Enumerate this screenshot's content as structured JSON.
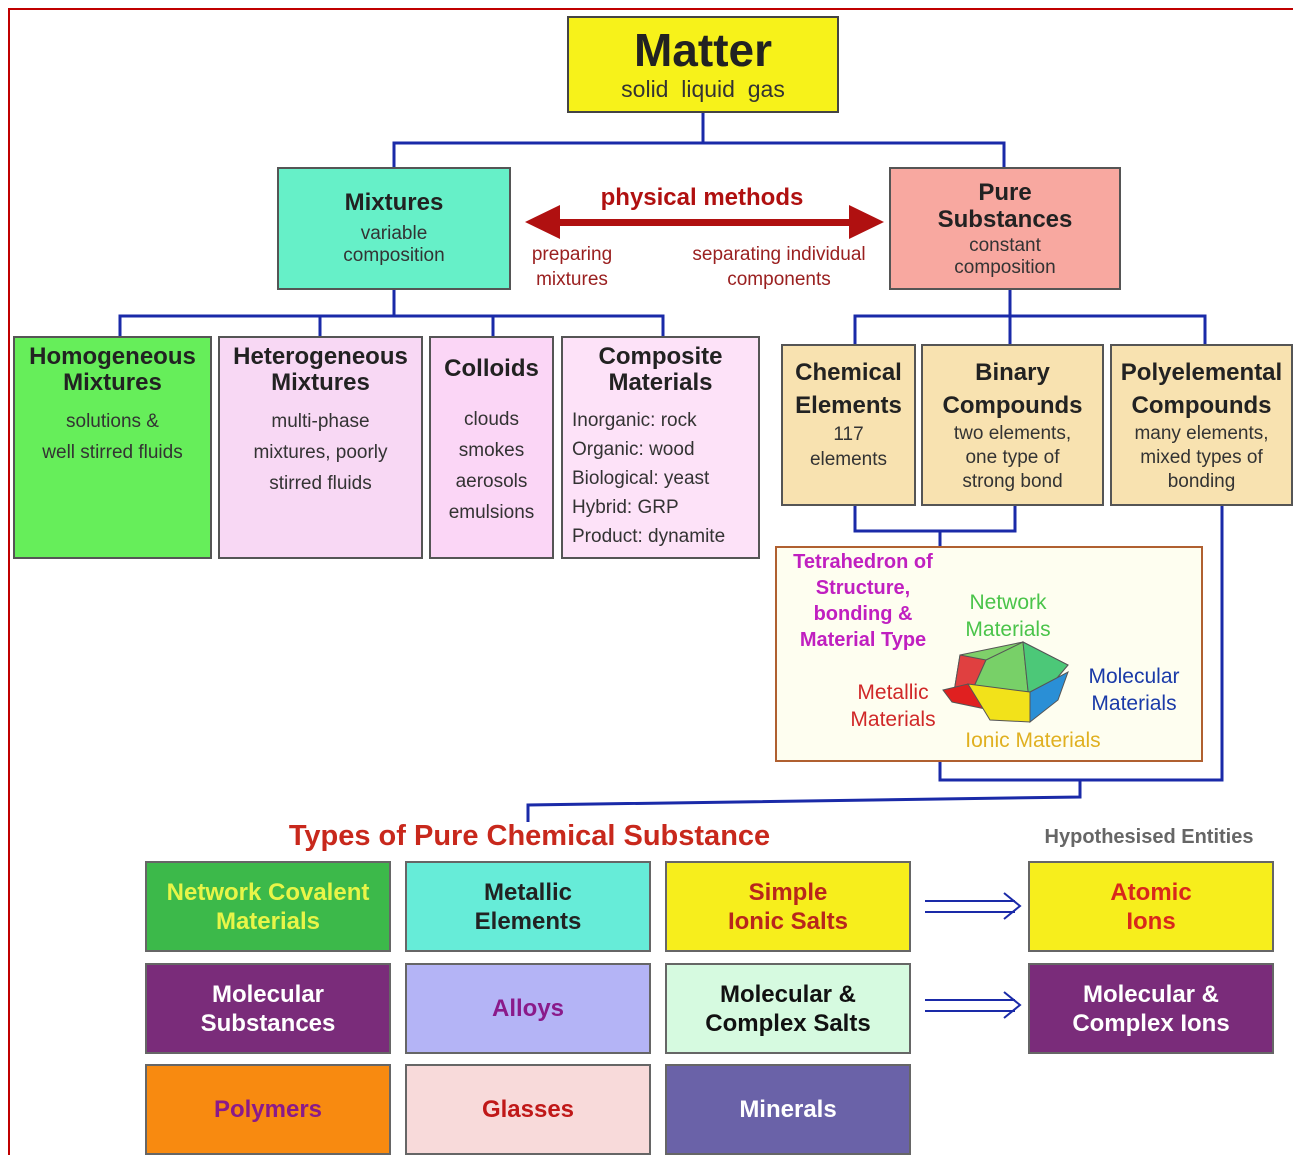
{
  "matter": {
    "title": "Matter",
    "subtitle": "solid  liquid  gas"
  },
  "mixtures": {
    "title": "Mixtures",
    "subtitle_1": "variable",
    "subtitle_2": "composition"
  },
  "pure": {
    "title_1": "Pure",
    "title_2": "Substances",
    "subtitle_1": "constant",
    "subtitle_2": "composition"
  },
  "physical": {
    "label": "physical methods",
    "left_1": "preparing",
    "left_2": "mixtures",
    "right_1": "separating individual",
    "right_2": "components"
  },
  "mixture_types": [
    {
      "title_1": "Homogeneous",
      "title_2": "Mixtures",
      "lines": [
        "solutions &",
        "well stirred fluids"
      ]
    },
    {
      "title_1": "Heterogeneous",
      "title_2": "Mixtures",
      "lines": [
        "multi-phase",
        "mixtures, poorly",
        "stirred fluids"
      ]
    },
    {
      "title_1": "Colloids",
      "title_2": "",
      "lines": [
        "clouds",
        "smokes",
        "aerosols",
        "emulsions"
      ]
    },
    {
      "title_1": "Composite",
      "title_2": "Materials",
      "lines": [
        "Inorganic: rock",
        "Organic: wood",
        "Biological: yeast",
        "Hybrid: GRP",
        "Product: dynamite"
      ]
    }
  ],
  "pure_types": [
    {
      "title_1": "Chemical",
      "title_2": "Elements",
      "lines": [
        "117",
        "elements"
      ]
    },
    {
      "title_1": "Binary",
      "title_2": "Compounds",
      "lines": [
        "two elements,",
        "one type of",
        "strong bond"
      ]
    },
    {
      "title_1": "Polyelemental",
      "title_2": "Compounds",
      "lines": [
        "many elements,",
        "mixed types of",
        "bonding"
      ]
    }
  ],
  "tetrahedron": {
    "title": [
      "Tetrahedron of",
      "Structure,",
      "bonding &",
      "Material Type"
    ],
    "network": [
      "Network",
      "Materials"
    ],
    "molecular": [
      "Molecular",
      "Materials"
    ],
    "metallic": [
      "Metallic",
      "Materials"
    ],
    "ionic": "Ionic Materials",
    "colors": {
      "network": "#4ec94e",
      "molecular": "#2a8fd6",
      "metallic": "#e02020",
      "ionic": "#f2e21a",
      "face": "#7fd06a"
    }
  },
  "types_title": "Types of Pure Chemical Substance",
  "hypothesised_title": "Hypothesised Entities",
  "types_grid": [
    [
      {
        "label": [
          "Network Covalent",
          "Materials"
        ],
        "bg": "#3cb94a",
        "fg": "#e8f548"
      },
      {
        "label": [
          "Metallic",
          "Elements"
        ],
        "bg": "#66ecd8",
        "fg": "#222222"
      },
      {
        "label": [
          "Simple",
          "Ionic Salts"
        ],
        "bg": "#f7ee1c",
        "fg": "#b8261c"
      }
    ],
    [
      {
        "label": [
          "Molecular",
          "Substances"
        ],
        "bg": "#7a2c7a",
        "fg": "#ffffff"
      },
      {
        "label": [
          "Alloys"
        ],
        "bg": "#b4b4f6",
        "fg": "#8a1a8a"
      },
      {
        "label": [
          "Molecular &",
          "Complex Salts"
        ],
        "bg": "#d6fae0",
        "fg": "#111111"
      }
    ],
    [
      {
        "label": [
          "Polymers"
        ],
        "bg": "#f88a10",
        "fg": "#8a1a8a"
      },
      {
        "label": [
          "Glasses"
        ],
        "bg": "#f8dada",
        "fg": "#c01818"
      },
      {
        "label": [
          "Minerals"
        ],
        "bg": "#6a62a8",
        "fg": "#ffffff"
      }
    ]
  ],
  "hypothesised": [
    {
      "label": [
        "Atomic",
        "Ions"
      ],
      "bg": "#f7ee1c",
      "fg": "#d8281c"
    },
    {
      "label": [
        "Molecular &",
        "Complex Ions"
      ],
      "bg": "#7a2c7a",
      "fg": "#ffffff"
    }
  ],
  "colors": {
    "matter_bg": "#f7f21a",
    "mixtures_bg": "#66f0c8",
    "pure_bg": "#f8a8a0",
    "homog_bg": "#66ee5a",
    "heterog_bg": "#f8d8f4",
    "colloid_bg": "#fbd6f6",
    "composite_bg": "#fde2f8",
    "pure_child_bg": "#f8e2b0",
    "tetra_bg": "#fefef0",
    "wire": "#1a2aa8",
    "arrow": "#b01010",
    "types_title": "#c8281c",
    "hyp_title": "#666666"
  }
}
